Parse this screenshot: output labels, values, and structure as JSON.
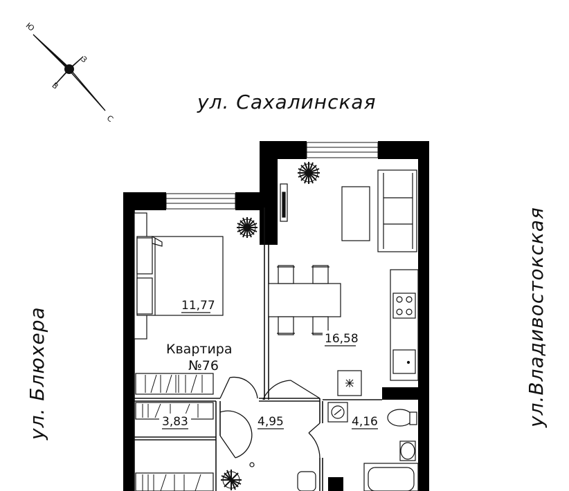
{
  "compass": {
    "north": "С",
    "south": "Ю",
    "east": "В",
    "west": "З"
  },
  "streets": {
    "top": "ул. Сахалинская",
    "left": "ул. Блюхера",
    "right": "ул.Владивостокская"
  },
  "apartment": {
    "title": "Квартира",
    "number": "№76"
  },
  "rooms": {
    "bedroom_area": "11,77",
    "living_kitchen_area": "16,58",
    "wardrobe_area": "3,83",
    "hall_area": "4,95",
    "bathroom_area": "4,16"
  },
  "colors": {
    "wall": "#000000",
    "line": "#111111",
    "background": "#ffffff"
  }
}
